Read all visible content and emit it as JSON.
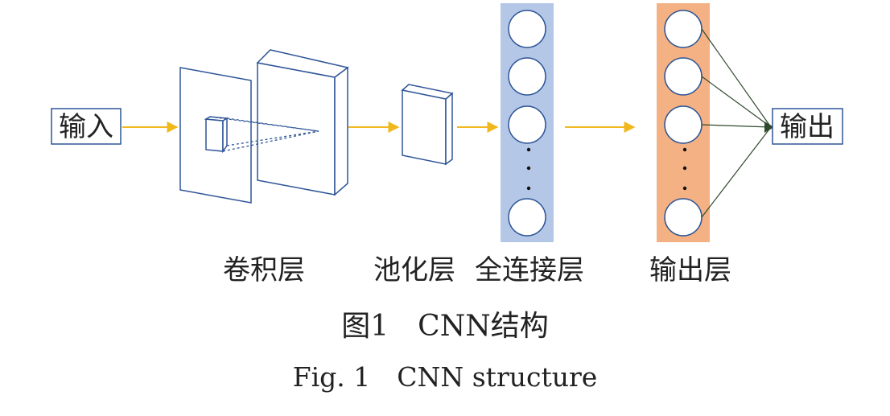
{
  "input_label": "输入",
  "output_label": "输出",
  "layers": {
    "conv": "卷积层",
    "pool": "池化层",
    "fc": "全连接层",
    "out": "输出层"
  },
  "caption": {
    "cn": "图1　CNN结构",
    "en": "Fig. 1　CNN structure"
  },
  "colors": {
    "arrow": "#f0b81c",
    "box_stroke": "#2e5597",
    "fc_fill": "#b4c7e7",
    "out_fill": "#f4b183",
    "node_fill": "#ffffff",
    "conn": "#2f4a2c"
  }
}
